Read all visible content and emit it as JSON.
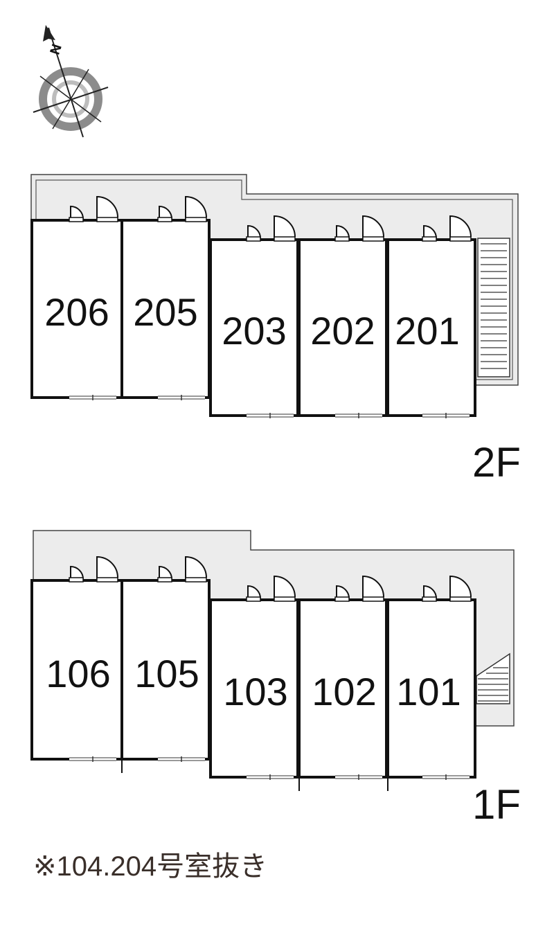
{
  "compass": {
    "north_label": "N",
    "icon": "compass-rose-icon"
  },
  "floors": [
    {
      "label": "2F",
      "rooms": [
        "206",
        "205",
        "203",
        "202",
        "201"
      ]
    },
    {
      "label": "1F",
      "rooms": [
        "106",
        "105",
        "103",
        "102",
        "101"
      ]
    }
  ],
  "note": "※104.204号室抜き",
  "colors": {
    "corridor": "#ececec",
    "wall": "#111111",
    "window": "#999999"
  }
}
